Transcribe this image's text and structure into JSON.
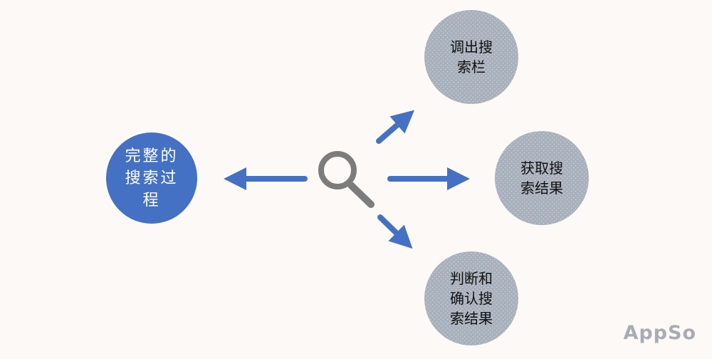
{
  "colors": {
    "background": "#fdf9f6",
    "main_circle": "#4471c4",
    "node_circle": "#a8b0bb",
    "node_dot": "#c8ced6",
    "arrow": "#4471c4",
    "magnifier": "#7c7c7c",
    "brand": "#a8adb4"
  },
  "diagram": {
    "center": {
      "label": "完整的\n搜索过\n程"
    },
    "hub_icon": "magnifier-icon",
    "nodes": [
      {
        "label": "调出搜\n索栏"
      },
      {
        "label": "获取搜\n索结果"
      },
      {
        "label": "判断和\n确认搜\n索结果"
      }
    ]
  },
  "brand": {
    "logo_text": "AppSo"
  }
}
